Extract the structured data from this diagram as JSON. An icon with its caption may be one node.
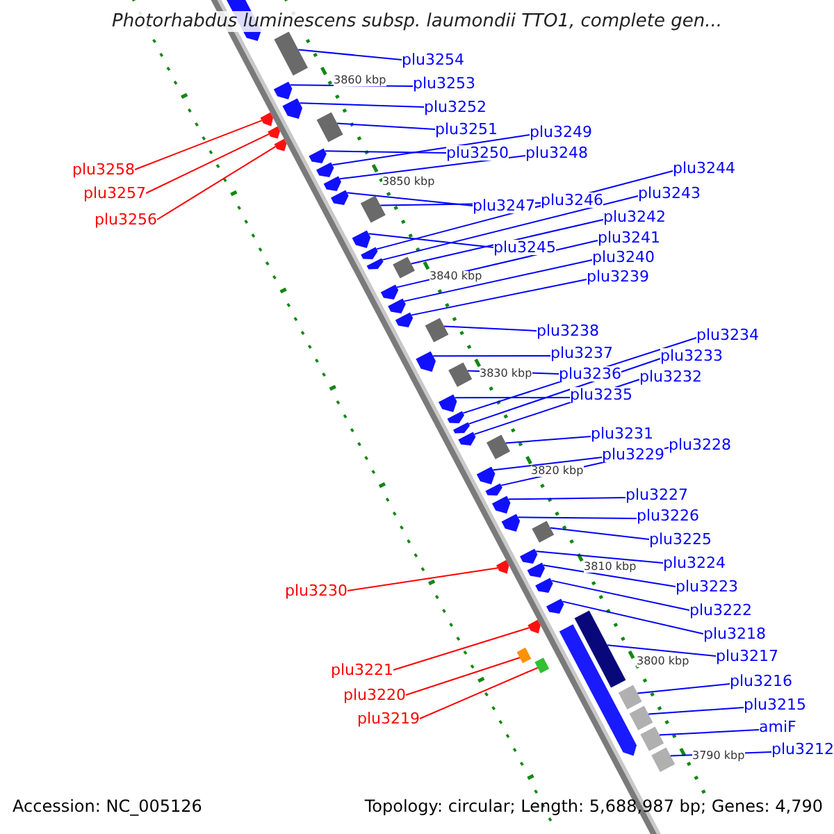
{
  "diagram": {
    "title": "Photorhabdus luminescens subsp. laumondii TTO1, complete gen...",
    "nodes": [
      {
        "text": [
          "plu3254"
        ]
      },
      {
        "text": [
          "plu3253"
        ]
      },
      {
        "text": [
          "plu3252"
        ]
      },
      {
        "text": [
          "plu3251"
        ]
      },
      {
        "text": [
          "plu3250"
        ]
      },
      {
        "text": [
          "plu3249"
        ]
      },
      {
        "text": [
          "plu3248"
        ]
      },
      {
        "text": [
          "plu3247"
        ]
      },
      {
        "text": [
          "plu3246"
        ]
      },
      {
        "text": [
          "plu3245"
        ]
      },
      {
        "text": [
          "plu3244"
        ]
      },
      {
        "text": [
          "plu3243"
        ]
      },
      {
        "text": [
          "plu3242"
        ]
      },
      {
        "text": [
          "plu3241"
        ]
      },
      {
        "text": [
          "plu3240"
        ]
      },
      {
        "text": [
          "plu3239"
        ]
      },
      {
        "text": [
          "plu3238"
        ]
      },
      {
        "text": [
          "plu3237"
        ]
      },
      {
        "text": [
          "plu3236"
        ]
      },
      {
        "text": [
          "plu3235"
        ]
      },
      {
        "text": [
          "plu3234"
        ]
      },
      {
        "text": [
          "plu3233"
        ]
      },
      {
        "text": [
          "plu3232"
        ]
      },
      {
        "text": [
          "plu3231"
        ]
      },
      {
        "text": [
          "plu3229"
        ]
      },
      {
        "text": [
          "plu3228"
        ]
      },
      {
        "text": [
          "plu3227"
        ]
      },
      {
        "text": [
          "plu3226"
        ]
      },
      {
        "text": [
          "plu3225"
        ]
      },
      {
        "text": [
          "plu3224"
        ]
      },
      {
        "text": [
          "plu3223"
        ]
      },
      {
        "text": [
          "plu3222"
        ]
      },
      {
        "text": [
          "plu3218"
        ]
      },
      {
        "text": [
          "plu3217"
        ]
      },
      {
        "text": [
          "plu3216"
        ]
      },
      {
        "text": [
          "plu3215"
        ]
      },
      {
        "text": [
          "amiF"
        ]
      },
      {
        "text": [
          "plu3212"
        ]
      },
      {
        "text": [
          "plu3258"
        ]
      },
      {
        "text": [
          "plu3257"
        ]
      },
      {
        "text": [
          "plu3256"
        ]
      },
      {
        "text": [
          "plu3230"
        ]
      },
      {
        "text": [
          "plu3221"
        ]
      },
      {
        "text": [
          "plu3220"
        ]
      },
      {
        "text": [
          "plu3219"
        ]
      },
      {
        "text": [],
        "shape": "box"
      },
      {
        "text": [],
        "shape": "pentagon"
      },
      {
        "text": [],
        "shape": "pentagon"
      },
      {
        "text": [],
        "shape": "box"
      },
      {
        "text": [],
        "shape": "pentagon"
      },
      {
        "text": [],
        "shape": "pentagon"
      },
      {
        "text": [],
        "shape": "pentagon"
      },
      {
        "text": [],
        "shape": "pentagon"
      },
      {
        "text": [],
        "shape": "box"
      },
      {
        "text": [],
        "shape": "pentagon"
      },
      {
        "text": [],
        "shape": "pentagon"
      },
      {
        "text": [],
        "shape": "pentagon"
      },
      {
        "text": [],
        "shape": "box"
      },
      {
        "text": [],
        "shape": "pentagon"
      },
      {
        "text": [],
        "shape": "pentagon"
      },
      {
        "text": [],
        "shape": "pentagon"
      },
      {
        "text": [],
        "shape": "box"
      },
      {
        "text": [],
        "shape": "pentagon"
      },
      {
        "text": [],
        "shape": "box"
      },
      {
        "text": [],
        "shape": "pentagon"
      },
      {
        "text": [],
        "shape": "pentagon"
      },
      {
        "text": [],
        "shape": "pentagon"
      },
      {
        "text": [],
        "shape": "pentagon"
      },
      {
        "text": [],
        "shape": "box"
      },
      {
        "text": [],
        "shape": "pentagon"
      },
      {
        "text": [],
        "shape": "pentagon"
      },
      {
        "text": [],
        "shape": "pentagon"
      },
      {
        "text": [],
        "shape": "pentagon"
      },
      {
        "text": [],
        "shape": "box"
      },
      {
        "text": [],
        "shape": "pentagon"
      },
      {
        "text": [],
        "shape": "pentagon"
      },
      {
        "text": [],
        "shape": "pentagon"
      },
      {
        "text": [],
        "shape": "pentagon"
      },
      {
        "text": [],
        "shape": "box"
      },
      {
        "text": [],
        "shape": "box"
      },
      {
        "text": [],
        "shape": "box"
      },
      {
        "text": [],
        "shape": "box"
      },
      {
        "text": [],
        "shape": "box"
      },
      {
        "text": [],
        "shape": "pentagon"
      },
      {
        "text": [],
        "shape": "pentagon"
      },
      {
        "text": [],
        "shape": "pentagon"
      },
      {
        "text": [],
        "shape": "pentagon"
      },
      {
        "text": [],
        "shape": "pentagon"
      },
      {
        "text": [],
        "shape": "box"
      },
      {
        "text": [],
        "shape": "box"
      }
    ],
    "edges": [
      {
        "from": 0,
        "to": 45,
        "arrow": "none"
      },
      {
        "from": 1,
        "to": 46,
        "arrow": "none"
      },
      {
        "from": 2,
        "to": 47,
        "arrow": "none"
      },
      {
        "from": 3,
        "to": 48,
        "arrow": "none"
      },
      {
        "from": 4,
        "to": 49,
        "arrow": "none"
      },
      {
        "from": 5,
        "to": 50,
        "arrow": "none"
      },
      {
        "from": 6,
        "to": 51,
        "arrow": "none"
      },
      {
        "from": 7,
        "to": 52,
        "arrow": "none"
      },
      {
        "from": 8,
        "to": 53,
        "arrow": "none"
      },
      {
        "from": 9,
        "to": 54,
        "arrow": "none"
      },
      {
        "from": 10,
        "to": 55,
        "arrow": "none"
      },
      {
        "from": 11,
        "to": 56,
        "arrow": "none"
      },
      {
        "from": 12,
        "to": 57,
        "arrow": "none"
      },
      {
        "from": 13,
        "to": 58,
        "arrow": "none"
      },
      {
        "from": 14,
        "to": 59,
        "arrow": "none"
      },
      {
        "from": 15,
        "to": 60,
        "arrow": "none"
      },
      {
        "from": 16,
        "to": 61,
        "arrow": "none"
      },
      {
        "from": 17,
        "to": 62,
        "arrow": "none"
      },
      {
        "from": 18,
        "to": 63,
        "arrow": "none"
      },
      {
        "from": 19,
        "to": 64,
        "arrow": "none"
      },
      {
        "from": 20,
        "to": 65,
        "arrow": "none"
      },
      {
        "from": 21,
        "to": 66,
        "arrow": "none"
      },
      {
        "from": 22,
        "to": 67,
        "arrow": "none"
      },
      {
        "from": 23,
        "to": 68,
        "arrow": "none"
      },
      {
        "from": 24,
        "to": 69,
        "arrow": "none"
      },
      {
        "from": 25,
        "to": 70,
        "arrow": "none"
      },
      {
        "from": 26,
        "to": 71,
        "arrow": "none"
      },
      {
        "from": 27,
        "to": 72,
        "arrow": "none"
      },
      {
        "from": 28,
        "to": 73,
        "arrow": "none"
      },
      {
        "from": 29,
        "to": 74,
        "arrow": "none"
      },
      {
        "from": 30,
        "to": 75,
        "arrow": "none"
      },
      {
        "from": 31,
        "to": 76,
        "arrow": "none"
      },
      {
        "from": 32,
        "to": 77,
        "arrow": "none"
      },
      {
        "from": 33,
        "to": 78,
        "arrow": "none"
      },
      {
        "from": 34,
        "to": 79,
        "arrow": "none"
      },
      {
        "from": 35,
        "to": 80,
        "arrow": "none"
      },
      {
        "from": 36,
        "to": 81,
        "arrow": "none"
      },
      {
        "from": 37,
        "to": 82,
        "arrow": "none"
      },
      {
        "from": 38,
        "to": 83,
        "arrow": "none",
        "color": "#ff0000"
      },
      {
        "from": 39,
        "to": 84,
        "arrow": "none",
        "color": "#ff0000"
      },
      {
        "from": 40,
        "to": 85,
        "arrow": "none",
        "color": "#ff0000"
      },
      {
        "from": 41,
        "to": 86,
        "arrow": "none",
        "color": "#ff0000"
      },
      {
        "from": 42,
        "to": 87,
        "arrow": "none",
        "color": "#ff0000"
      },
      {
        "from": 43,
        "to": 88,
        "arrow": "none",
        "color": "#ff0000"
      },
      {
        "from": 44,
        "to": 89,
        "arrow": "none",
        "color": "#ff0000"
      }
    ],
    "labels": [
      "3860 kbp",
      "3850 kbp",
      "3840 kbp",
      "3830 kbp",
      "3820 kbp",
      "3810 kbp",
      "3800 kbp",
      "3790 kbp",
      "Accession: NC_005126",
      "Topology: circular; Length: 5,688,987 bp; Genes: 4,790"
    ]
  }
}
